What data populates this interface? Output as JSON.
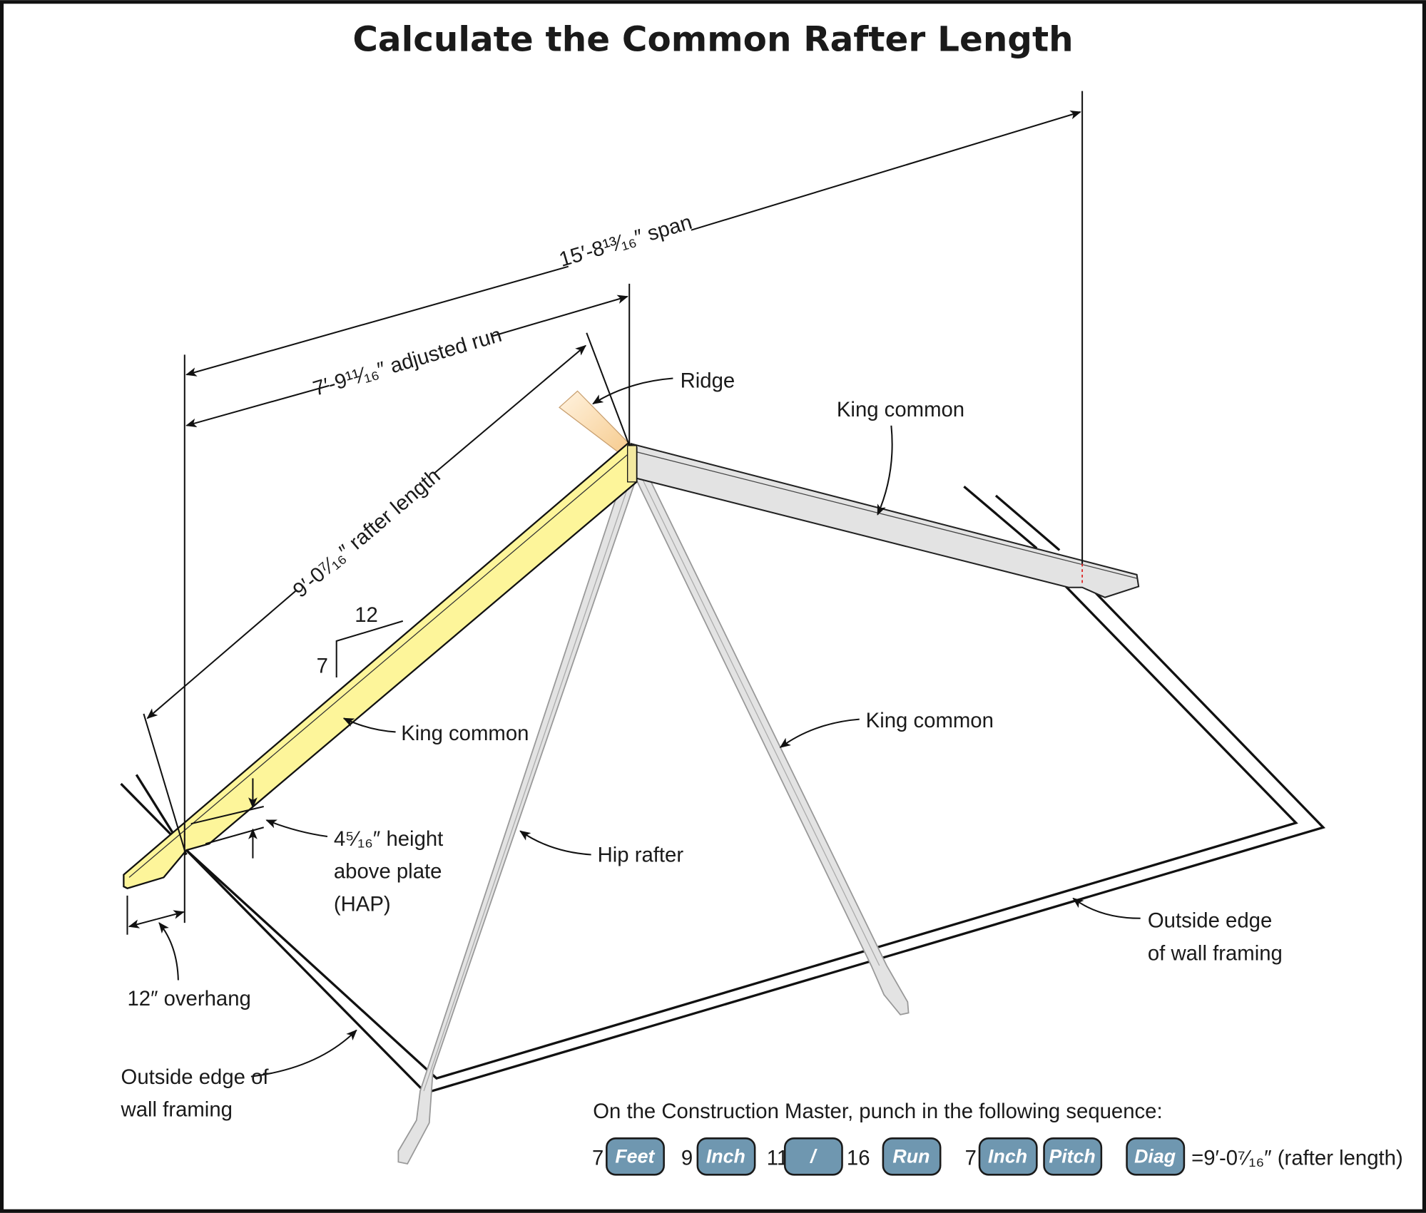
{
  "title": "Calculate the Common Rafter Length",
  "dimensions": {
    "span": "15′-8¹³⁄₁₆″ span",
    "adjusted_run": "7′-9¹¹⁄₁₆″ adjusted run",
    "rafter_length": "9′-0⁷⁄₁₆″ rafter length",
    "pitch_run": "12",
    "pitch_rise": "7",
    "hap_line1": "4⁵⁄₁₆″ height",
    "hap_line2": "above plate",
    "hap_line3": "(HAP)",
    "overhang": "12″ overhang"
  },
  "labels": {
    "ridge": "Ridge",
    "king_common_back": "King common",
    "king_common_left": "King common",
    "king_common_front": "King common",
    "hip_rafter": "Hip rafter",
    "wall_left_1": "Outside edge of",
    "wall_left_2": "wall framing",
    "wall_right_1": "Outside edge",
    "wall_right_2": "of wall framing"
  },
  "colors": {
    "rafter": "#fdf59a",
    "ridge": "#f9d9a8",
    "other_rafters": "#e3e3e3",
    "calculator_key": "#6f97b0"
  },
  "calculator": {
    "instruction": "On the Construction Master, punch in the following sequence:",
    "n1": "7",
    "k1": "Feet",
    "n2": "9",
    "k2": "Inch",
    "n3": "11",
    "k3": "/",
    "n4": "16",
    "k4": "Run",
    "n5": "7",
    "k5": "Inch",
    "k6": "Pitch",
    "k7": "Diag",
    "result": "=9′-0⁷⁄₁₆″ (rafter length)"
  }
}
